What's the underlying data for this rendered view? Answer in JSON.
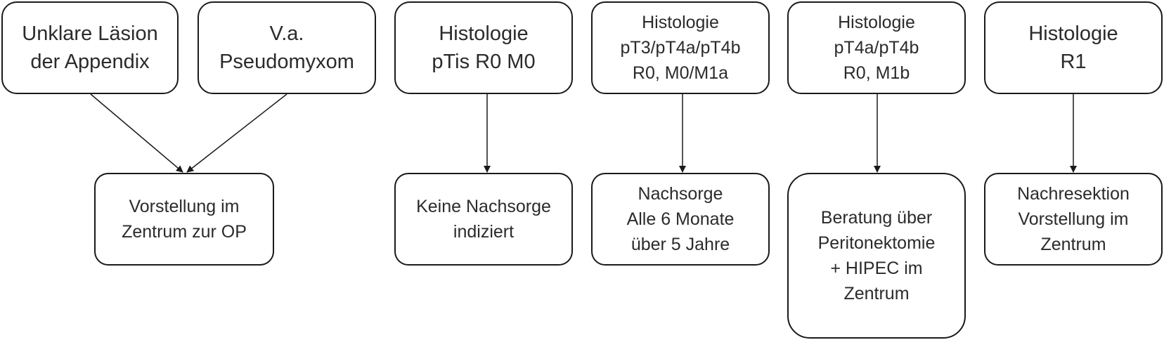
{
  "top_boxes": [
    {
      "id": "unklare-laesion",
      "lines": [
        "Unklare Läsion",
        "der Appendix"
      ]
    },
    {
      "id": "va-pseudomyxom",
      "lines": [
        "V.a.",
        "Pseudomyxom"
      ]
    },
    {
      "id": "histologie-ptis",
      "lines": [
        "Histologie",
        "pTis R0 M0"
      ]
    },
    {
      "id": "histologie-pt3",
      "lines": [
        "Histologie",
        "pT3/pT4a/pT4b",
        "R0, M0/M1a"
      ]
    },
    {
      "id": "histologie-pt4",
      "lines": [
        "Histologie",
        "pT4a/pT4b",
        "R0, M1b"
      ]
    },
    {
      "id": "histologie-r1",
      "lines": [
        "Histologie",
        "R1"
      ]
    }
  ],
  "bottom_boxes": [
    {
      "id": "vorstellung-op",
      "lines": [
        "Vorstellung im",
        "Zentrum zur OP"
      ]
    },
    {
      "id": "keine-nachsorge",
      "lines": [
        "Keine Nachsorge",
        "indiziert"
      ]
    },
    {
      "id": "nachsorge",
      "lines": [
        "Nachsorge",
        "Alle 6 Monate",
        "über 5 Jahre"
      ]
    },
    {
      "id": "beratung",
      "lines": [
        "Beratung über",
        "Peritonektomie",
        "+ HIPEC im",
        "Zentrum"
      ]
    },
    {
      "id": "nachresektion",
      "lines": [
        "Nachresektion",
        "Vorstellung im",
        "Zentrum"
      ]
    }
  ],
  "edges": [
    [
      "unklare-laesion",
      "vorstellung-op"
    ],
    [
      "va-pseudomyxom",
      "vorstellung-op"
    ],
    [
      "histologie-ptis",
      "keine-nachsorge"
    ],
    [
      "histologie-pt3",
      "nachsorge"
    ],
    [
      "histologie-pt4",
      "beratung"
    ],
    [
      "histologie-r1",
      "nachresektion"
    ]
  ]
}
